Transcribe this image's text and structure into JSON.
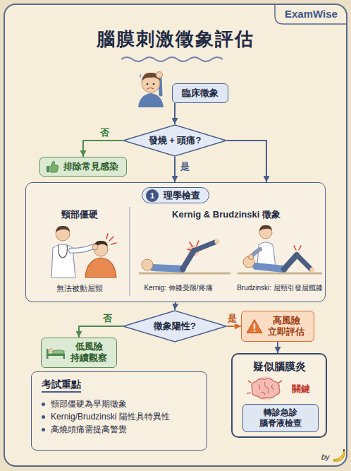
{
  "diagram": {
    "title": "腦膜刺激徵象評估",
    "nodes": [
      {
        "text": [
          "臨床徵象"
        ]
      },
      {
        "text": [
          "發燒 + 頭痛?"
        ]
      },
      {
        "text": [
          "排除常見感染"
        ]
      },
      {
        "text": [
          "理學檢查",
          "頸部僵硬",
          "無法被動屈頸",
          "Kernig & Brudzinski 徵象",
          "Kernig: 伸膝受限/疼痛",
          "Brudzinski: 屈頸引發屈髖膝"
        ]
      },
      {
        "text": [
          "徵象陽性?"
        ]
      },
      {
        "text": [
          "低風險 持續觀察"
        ]
      },
      {
        "text": [
          "高風險 立即評估"
        ]
      },
      {
        "text": [
          "疑似腦膜炎",
          "關鍵"
        ]
      },
      {
        "text": [
          "轉診急診 腦脊液檢查"
        ],
        "in": 7
      },
      {
        "text": [
          "考試重點",
          "頸部僵硬為早期徵象",
          "Kernig/Brudzinski 陽性具特異性",
          "高燒頭痛需提高警覺"
        ]
      }
    ],
    "edges": [
      {
        "from": 0,
        "to": 1,
        "arrow": "to"
      },
      {
        "from": 1,
        "to": 2,
        "label": "否",
        "arrow": "to"
      },
      {
        "from": 1,
        "to": 3,
        "label": "是",
        "arrow": "to"
      },
      {
        "from": 1,
        "to": 3,
        "arrow": "to"
      },
      {
        "from": 3,
        "to": 4,
        "arrow": "to"
      },
      {
        "from": 4,
        "to": 5,
        "label": "否",
        "arrow": "to"
      },
      {
        "from": 4,
        "to": 6,
        "label": "是",
        "arrow": "to"
      },
      {
        "from": 6,
        "to": 7,
        "arrow": "to"
      }
    ],
    "labels": [
      "ExamWise",
      "1",
      "by"
    ]
  }
}
